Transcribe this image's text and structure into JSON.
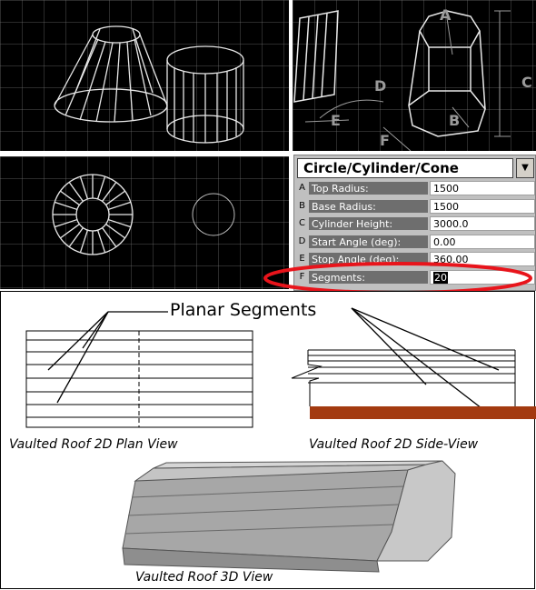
{
  "views": {
    "top_left": "3d-perspective-cone-cylinder",
    "top_right": "3d-dimensioned-cylinder",
    "bottom_left": "2d-plan-view"
  },
  "diagram_labels": {
    "a": "A",
    "b": "B",
    "c": "C",
    "d": "D",
    "e": "E",
    "f": "F"
  },
  "properties": {
    "title": "Circle/Cylinder/Cone",
    "dropdown_icon": "chevron-down-icon",
    "rows": [
      {
        "key": "A",
        "label": "Top Radius:",
        "value": "1500"
      },
      {
        "key": "B",
        "label": "Base Radius:",
        "value": "1500"
      },
      {
        "key": "C",
        "label": "Cylinder Height:",
        "value": "3000.0"
      },
      {
        "key": "D",
        "label": "Start Angle (deg):",
        "value": "0.00"
      },
      {
        "key": "E",
        "label": "Stop Angle (deg):",
        "value": "360.00"
      },
      {
        "key": "F",
        "label": "Segments:",
        "value": "20"
      }
    ],
    "highlight_color": "#e8141b"
  },
  "illustration": {
    "heading": "Planar Segments",
    "plan_caption": "Vaulted Roof 2D Plan View",
    "side_caption": "Vaulted Roof 2D Side-View",
    "view3d_caption": "Vaulted Roof 3D View",
    "ground_color": "#a33a10"
  }
}
